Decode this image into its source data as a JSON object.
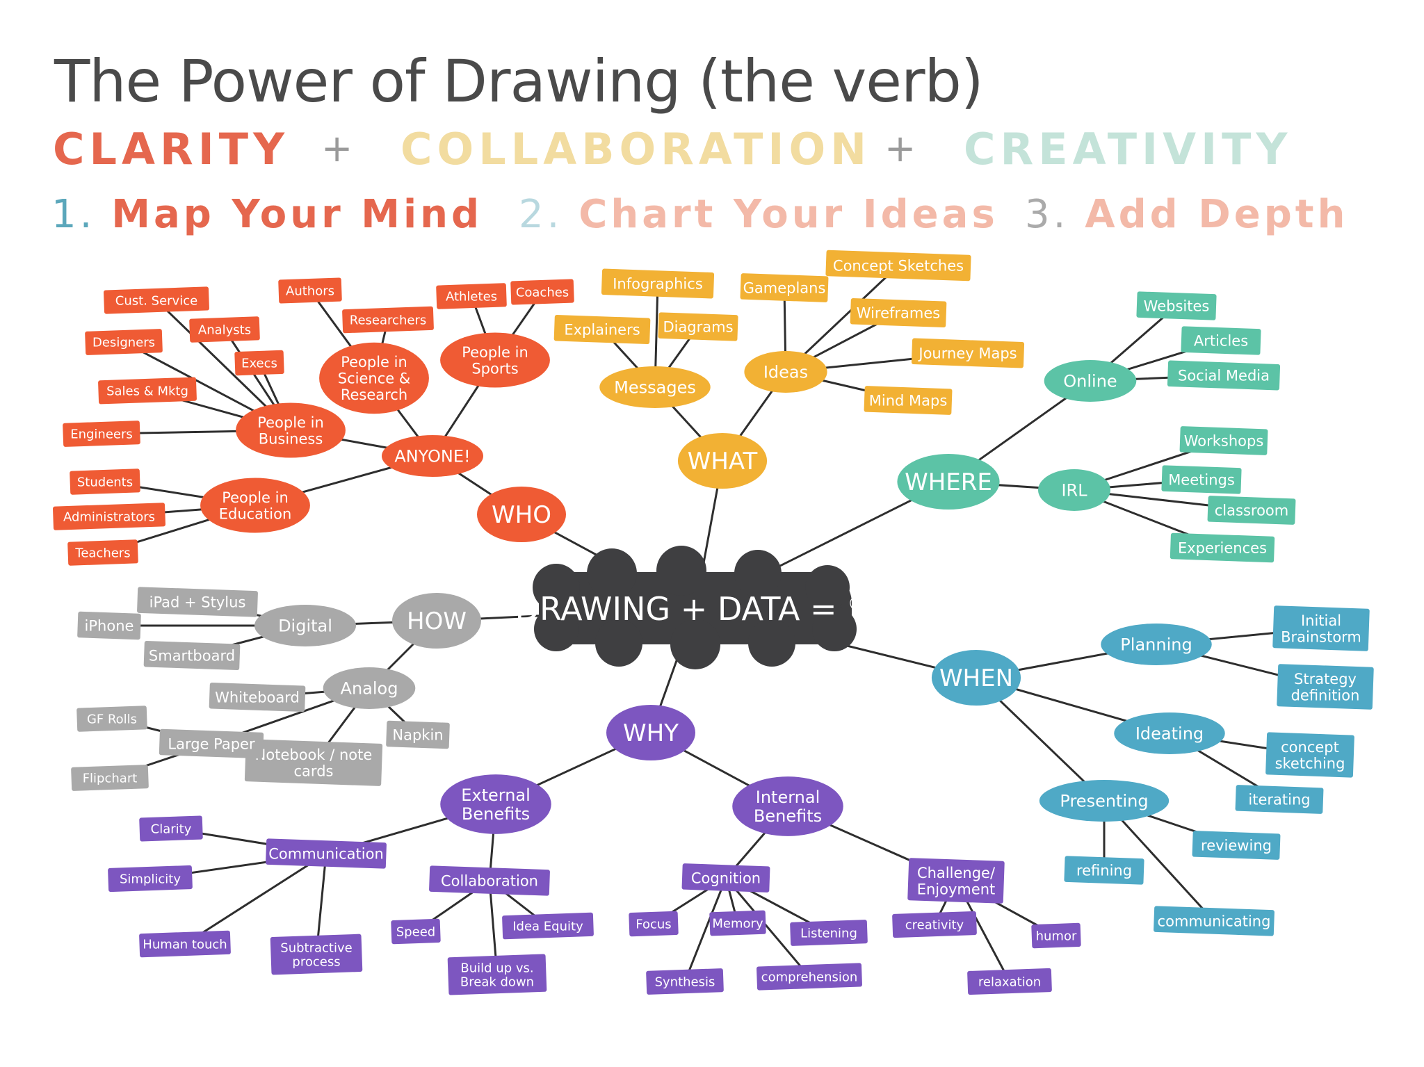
{
  "title": "The Power of Drawing (the verb)",
  "pillars": [
    {
      "label": "CLARITY",
      "color": "#e5674e"
    },
    {
      "label": "COLLABORATION",
      "color": "#f2dca0"
    },
    {
      "label": "CREATIVITY",
      "color": "#c4e3d9"
    }
  ],
  "pillar_separator": "+",
  "steps": [
    {
      "num": "1.",
      "label": "Map Your Mind",
      "num_color": "#5ba7bb",
      "color": "#e5674e"
    },
    {
      "num": "2.",
      "label": "Chart Your Ideas",
      "num_color": "#b8d8df",
      "color": "#f3b9a8"
    },
    {
      "num": "3.",
      "label": "Add Depth",
      "num_color": "#aaaaaa",
      "color": "#f3b9a8"
    }
  ],
  "colors": {
    "who": "#ef5b34",
    "what": "#f2b134",
    "where": "#5cc3a6",
    "when": "#4fa9c6",
    "why": "#7d56c0",
    "how": "#a9a9a9",
    "center": "#3f3f41",
    "line": "#2e2e2e"
  },
  "mindmap": {
    "center": "DRAWING + DATA = ♡",
    "branches": [
      {
        "label": "WHO",
        "color_key": "who",
        "children": [
          {
            "label": "ANYONE!",
            "children": [
              {
                "label": "People in Business",
                "children": [
                  {
                    "label": "Cust. Service"
                  },
                  {
                    "label": "Designers"
                  },
                  {
                    "label": "Analysts"
                  },
                  {
                    "label": "Execs"
                  },
                  {
                    "label": "Sales & Mktg"
                  },
                  {
                    "label": "Engineers"
                  }
                ]
              },
              {
                "label": "People in Science & Research",
                "children": [
                  {
                    "label": "Authors"
                  },
                  {
                    "label": "Researchers"
                  }
                ]
              },
              {
                "label": "People in Sports",
                "children": [
                  {
                    "label": "Athletes"
                  },
                  {
                    "label": "Coaches"
                  }
                ]
              },
              {
                "label": "People in Education",
                "children": [
                  {
                    "label": "Students"
                  },
                  {
                    "label": "Administrators"
                  },
                  {
                    "label": "Teachers"
                  }
                ]
              }
            ]
          }
        ]
      },
      {
        "label": "WHAT",
        "color_key": "what",
        "children": [
          {
            "label": "Messages",
            "children": [
              {
                "label": "Infographics"
              },
              {
                "label": "Explainers"
              },
              {
                "label": "Diagrams"
              }
            ]
          },
          {
            "label": "Ideas",
            "children": [
              {
                "label": "Gameplans"
              },
              {
                "label": "Concept Sketches"
              },
              {
                "label": "Wireframes"
              },
              {
                "label": "Journey Maps"
              },
              {
                "label": "Mind Maps"
              }
            ]
          }
        ]
      },
      {
        "label": "WHERE",
        "color_key": "where",
        "children": [
          {
            "label": "Online",
            "children": [
              {
                "label": "Websites"
              },
              {
                "label": "Articles"
              },
              {
                "label": "Social Media"
              }
            ]
          },
          {
            "label": "IRL",
            "children": [
              {
                "label": "Workshops"
              },
              {
                "label": "Meetings"
              },
              {
                "label": "classroom"
              },
              {
                "label": "Experiences"
              }
            ]
          }
        ]
      },
      {
        "label": "WHEN",
        "color_key": "when",
        "children": [
          {
            "label": "Planning",
            "children": [
              {
                "label": "Initial Brainstorm"
              },
              {
                "label": "Strategy definition"
              }
            ]
          },
          {
            "label": "Ideating",
            "children": [
              {
                "label": "concept sketching"
              },
              {
                "label": "iterating"
              }
            ]
          },
          {
            "label": "Presenting",
            "children": [
              {
                "label": "refining"
              },
              {
                "label": "reviewing"
              },
              {
                "label": "communicating"
              }
            ]
          }
        ]
      },
      {
        "label": "WHY",
        "color_key": "why",
        "children": [
          {
            "label": "External Benefits",
            "children": [
              {
                "label": "Communication",
                "children": [
                  {
                    "label": "Clarity"
                  },
                  {
                    "label": "Simplicity"
                  },
                  {
                    "label": "Human touch"
                  },
                  {
                    "label": "Subtractive process"
                  }
                ]
              },
              {
                "label": "Collaboration",
                "children": [
                  {
                    "label": "Speed"
                  },
                  {
                    "label": "Idea Equity"
                  },
                  {
                    "label": "Build up vs. Break down"
                  }
                ]
              }
            ]
          },
          {
            "label": "Internal Benefits",
            "children": [
              {
                "label": "Cognition",
                "children": [
                  {
                    "label": "Focus"
                  },
                  {
                    "label": "Memory"
                  },
                  {
                    "label": "Listening"
                  },
                  {
                    "label": "Synthesis"
                  },
                  {
                    "label": "comprehension"
                  }
                ]
              },
              {
                "label": "Challenge/ Enjoyment",
                "children": [
                  {
                    "label": "creativity"
                  },
                  {
                    "label": "humor"
                  },
                  {
                    "label": "relaxation"
                  }
                ]
              }
            ]
          }
        ]
      },
      {
        "label": "HOW",
        "color_key": "how",
        "children": [
          {
            "label": "Digital",
            "children": [
              {
                "label": "iPad + Stylus"
              },
              {
                "label": "iPhone"
              },
              {
                "label": "Smartboard"
              }
            ]
          },
          {
            "label": "Analog",
            "children": [
              {
                "label": "Whiteboard"
              },
              {
                "label": "Napkin"
              },
              {
                "label": "Notebook / note cards"
              },
              {
                "label": "Large Paper",
                "children": [
                  {
                    "label": "GF Rolls"
                  },
                  {
                    "label": "Flipchart"
                  }
                ]
              }
            ]
          }
        ]
      }
    ]
  }
}
